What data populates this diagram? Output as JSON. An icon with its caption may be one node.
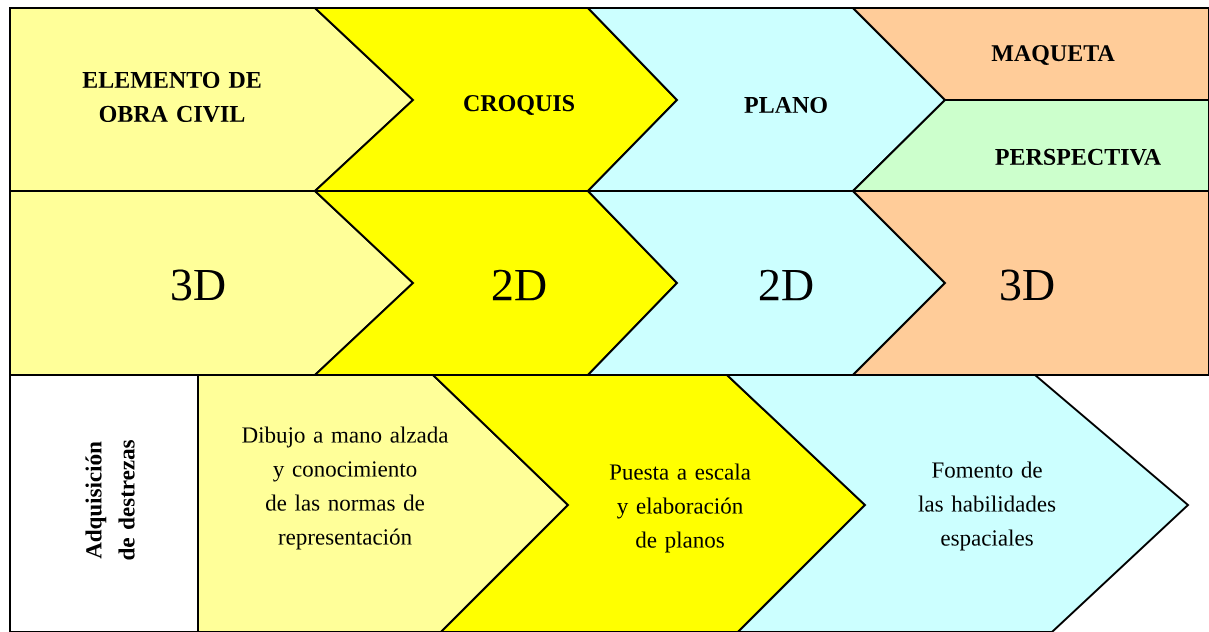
{
  "diagram": {
    "nodes": [
      {
        "text": [
          "ELEMENTO DE OBRA CIVIL"
        ]
      },
      {
        "text": [
          "CROQUIS"
        ]
      },
      {
        "text": [
          "PLANO"
        ]
      },
      {
        "text": [
          "MAQUETA"
        ]
      },
      {
        "text": [
          "PERSPECTIVA"
        ]
      },
      {
        "text": [
          "3D"
        ]
      },
      {
        "text": [
          "2D"
        ]
      },
      {
        "text": [
          "2D"
        ]
      },
      {
        "text": [
          "3D"
        ]
      },
      {
        "text": [
          "Adquisición de destrezas"
        ]
      },
      {
        "text": [
          "Dibujo a mano alzada y conocimiento de las normas de representación"
        ]
      },
      {
        "text": [
          "Puesta a escala y elaboración de planos"
        ]
      },
      {
        "text": [
          "Fomento de las habilidades espaciales"
        ]
      }
    ]
  }
}
